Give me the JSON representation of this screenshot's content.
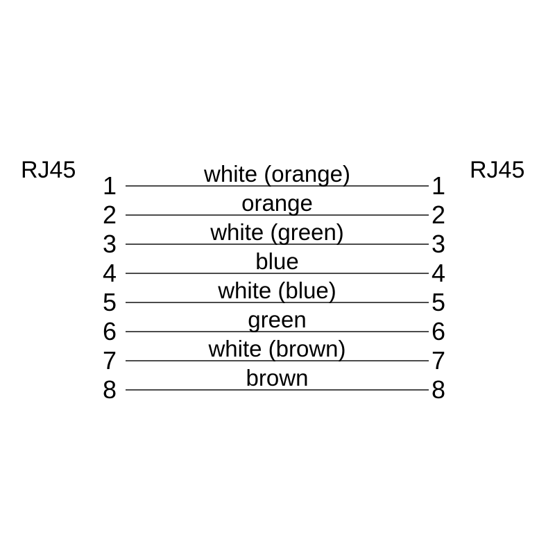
{
  "diagram": {
    "connector_left": "RJ45",
    "connector_right": "RJ45",
    "wires": [
      {
        "pin_left": "1",
        "pin_right": "1",
        "label": "white (orange)"
      },
      {
        "pin_left": "2",
        "pin_right": "2",
        "label": "orange"
      },
      {
        "pin_left": "3",
        "pin_right": "3",
        "label": "white (green)"
      },
      {
        "pin_left": "4",
        "pin_right": "4",
        "label": "blue"
      },
      {
        "pin_left": "5",
        "pin_right": "5",
        "label": "white (blue)"
      },
      {
        "pin_left": "6",
        "pin_right": "6",
        "label": "green"
      },
      {
        "pin_left": "7",
        "pin_right": "7",
        "label": "white (brown)"
      },
      {
        "pin_left": "8",
        "pin_right": "8",
        "label": "brown"
      }
    ],
    "colors": {
      "background": "#ffffff",
      "text": "#000000",
      "line": "#4b4b4b"
    }
  }
}
